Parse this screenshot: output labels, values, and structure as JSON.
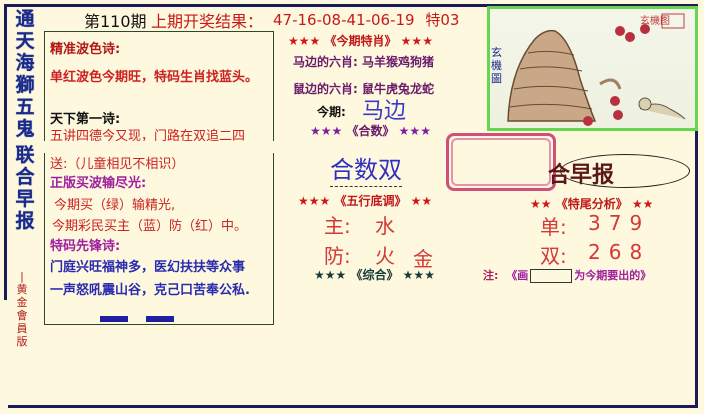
{
  "side_title": [
    "通",
    "天",
    "海",
    "獅",
    "五",
    "鬼",
    "联",
    "合",
    "早",
    "报"
  ],
  "side_subtitle": [
    "黄",
    "金",
    "會",
    "員",
    "版"
  ],
  "header": {
    "issue": "第110期",
    "result_label": "上期开奖结果：",
    "result_numbers": "47-16-08-41-06-19",
    "special": "特03"
  },
  "poems": {
    "accurate_wave_title": "精准波色诗:",
    "accurate_wave_line": "单红波色今期旺，特码生肖找蓝头。",
    "first_poem_title": "天下第一诗:",
    "first_poem_line1": "五讲四德今又现，门路在双追二四",
    "first_poem_line2": "送:（儿童相见不相识）",
    "wave_title": "正版买波输尽光:",
    "wave_line1": "今期买（绿）输精光,",
    "wave_line2": "今期彩民买主（蓝）防（红）中。",
    "special_title": "特码先锋诗:",
    "special_line1": "门庭兴旺福神多，医幻扶扶等众事",
    "special_line2": "一声怒吼震山谷，克己口苦奉公私."
  },
  "zodiac": {
    "stars_left": "★★★",
    "title": "《今期特肖》",
    "stars_right": "★★★",
    "horse_side_label": "马边的六肖:",
    "horse_side_values": "马羊猴鸡狗猪",
    "rat_side_label": "鼠边的六肖:",
    "rat_side_values": "鼠牛虎兔龙蛇",
    "this_period_label": "今期:",
    "this_period_value": "马边"
  },
  "heshu": {
    "stars_left": "★★★",
    "title": "《合数》",
    "stars_right": "★★★",
    "value": "合数双"
  },
  "wuxing": {
    "stars_left": "★★★",
    "title": "《五行底调》",
    "stars_right": "★★",
    "main_label": "主:",
    "main_value": "水",
    "guard_label": "防:",
    "guard_value1": "火",
    "guard_value2": "金"
  },
  "zonghe": {
    "stars_left": "★★★",
    "title": "《综合》",
    "stars_right": "★★★"
  },
  "tail": {
    "stars_left": "★★",
    "title": "《特尾分析》",
    "stars_right": "★★",
    "odd_label": "单:",
    "odd_values": "379",
    "even_label": "双:",
    "even_values": "268"
  },
  "brand": {
    "zaobao": "合早报",
    "picture_label": "玄機圖",
    "picture_stamp": "玄機图"
  },
  "note": {
    "label": "注:",
    "text_before": "《画",
    "text_after": "为今期要出的》"
  },
  "colors": {
    "frame": "#1b1b55",
    "title_blue": "#1a2a8a",
    "red": "#cc2222",
    "purple": "#a020a0",
    "green_border": "#66d650",
    "pink_border": "#d0507a",
    "background": "#fdf8de"
  }
}
